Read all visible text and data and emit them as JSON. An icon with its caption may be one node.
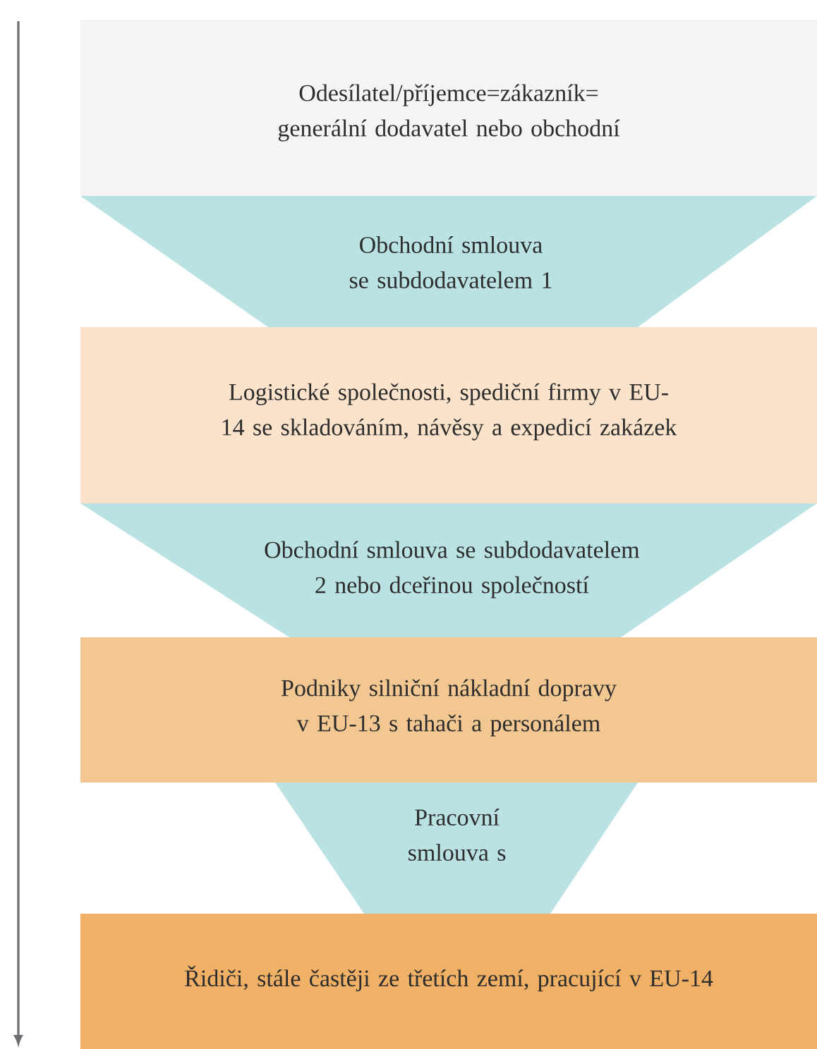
{
  "diagram": {
    "nodes": [
      {
        "text": [
          "Odesílatel/příjemce=zákazník= generální dodavatel nebo obchodní"
        ]
      },
      {
        "text": [
          "Obchodní smlouva se subdodavatelem 1"
        ]
      },
      {
        "text": [
          "Logistické společnosti, spediční firmy v EU-14 se skladováním, návěsy a expedicí zakázek"
        ]
      },
      {
        "text": [
          "Obchodní smlouva se subdodavatelem 2 nebo dceřinou společností"
        ]
      },
      {
        "text": [
          "Podniky silniční nákladní dopravy v EU-13 s tahači a personálem"
        ]
      },
      {
        "text": [
          "Pracovní smlouva s"
        ]
      },
      {
        "text": [
          "Řidiči, stále častěji ze třetích zemí, pracující v EU-14"
        ]
      }
    ]
  }
}
